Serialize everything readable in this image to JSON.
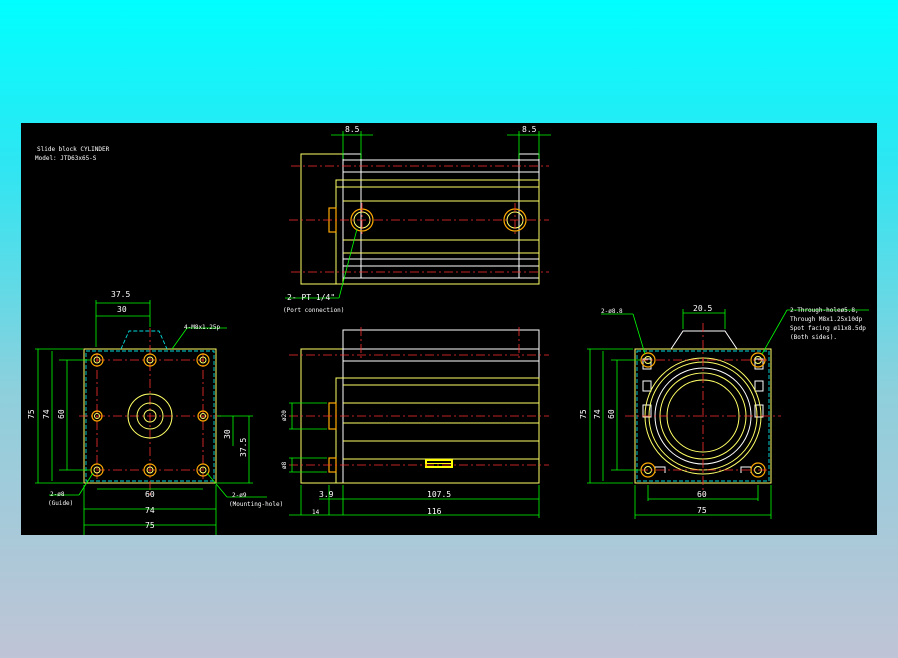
{
  "title_block": {
    "line1": "Slide block CYLINDER",
    "line2": "Model: JTD63x65-S"
  },
  "front_view": {
    "dim_top_outer": "37.5",
    "dim_top_inner": "30",
    "note_tap": "4-M8x1.25p",
    "dim_left_outer": "75",
    "dim_left_mid": "74",
    "dim_left_inner": "60",
    "dim_right_a": "30",
    "dim_right_b": "37.5",
    "dim_bottom_60": "60",
    "dim_bottom_74": "74",
    "dim_bottom_75": "75",
    "note_guide": "2-ø8",
    "note_guide_sub": "(Guide)",
    "note_mount": "2-ø9",
    "note_mount_sub": "(Mounting-hole)"
  },
  "side_view": {
    "dim_left_85": "8.5",
    "dim_right_85": "8.5",
    "note_port": "2- PT 1/4\"",
    "note_port_sub": "(Port connection)",
    "dim_dia20": "ø20",
    "dim_dia8": "ø8",
    "dim_39": "3.9",
    "dim_1075": "107.5",
    "dim_14": "14",
    "dim_116": "116"
  },
  "rear_view": {
    "note_hole": "2-ø8.8",
    "dim_top": "20.5",
    "note_thru_1": "2-Through-holeø5.8,",
    "note_thru_2": "Through M8x1.25x10dp",
    "note_thru_3": "Spot facing ø11x8.5dp",
    "note_thru_4": "(Both sides).",
    "dim_left_75": "75",
    "dim_left_74": "74",
    "dim_left_60": "60",
    "dim_bottom_60": "60",
    "dim_bottom_75": "75"
  }
}
